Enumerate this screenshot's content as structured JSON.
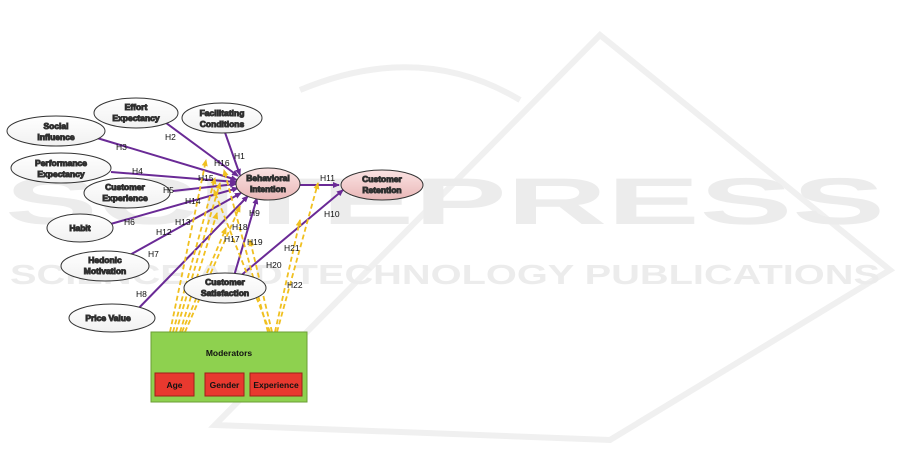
{
  "watermark": {
    "big": "SCITEPRESS",
    "small": "SCIENCE AND TECHNOLOGY PUBLICATIONS"
  },
  "nodes": {
    "social_influence": [
      "Social",
      "Influence"
    ],
    "effort_expectancy": [
      "Effort",
      "Expectancy"
    ],
    "facilitating_conditions": [
      "Facilitating",
      "Conditions"
    ],
    "performance_expectancy": [
      "Performance",
      "Expectancy"
    ],
    "customer_experience": [
      "Customer",
      "Experience"
    ],
    "habit": [
      "Habit"
    ],
    "hedonic_motivation": [
      "Hedonic",
      "Motivation"
    ],
    "price_value": [
      "Price Value"
    ],
    "behavioral_intention": [
      "Behavioral",
      "Intention"
    ],
    "customer_retention": [
      "Customer",
      "Retention"
    ],
    "customer_satisfaction": [
      "Customer",
      "Satisfaction"
    ]
  },
  "moderators": {
    "title": "Moderators",
    "items": [
      "Age",
      "Gender",
      "Experience"
    ]
  },
  "hypotheses": [
    "H1",
    "H2",
    "H3",
    "H4",
    "H5",
    "H6",
    "H7",
    "H8",
    "H9",
    "H10",
    "H11",
    "H12",
    "H13",
    "H14",
    "H15",
    "H16",
    "H17",
    "H18",
    "H19",
    "H20",
    "H21",
    "H22"
  ],
  "colors": {
    "path": "#6a2a96",
    "moderator_path": "#f0c020",
    "moderator_box": "#8ed14f",
    "moderator_item": "#e8392f",
    "highlight_node": "#f3cccc"
  }
}
